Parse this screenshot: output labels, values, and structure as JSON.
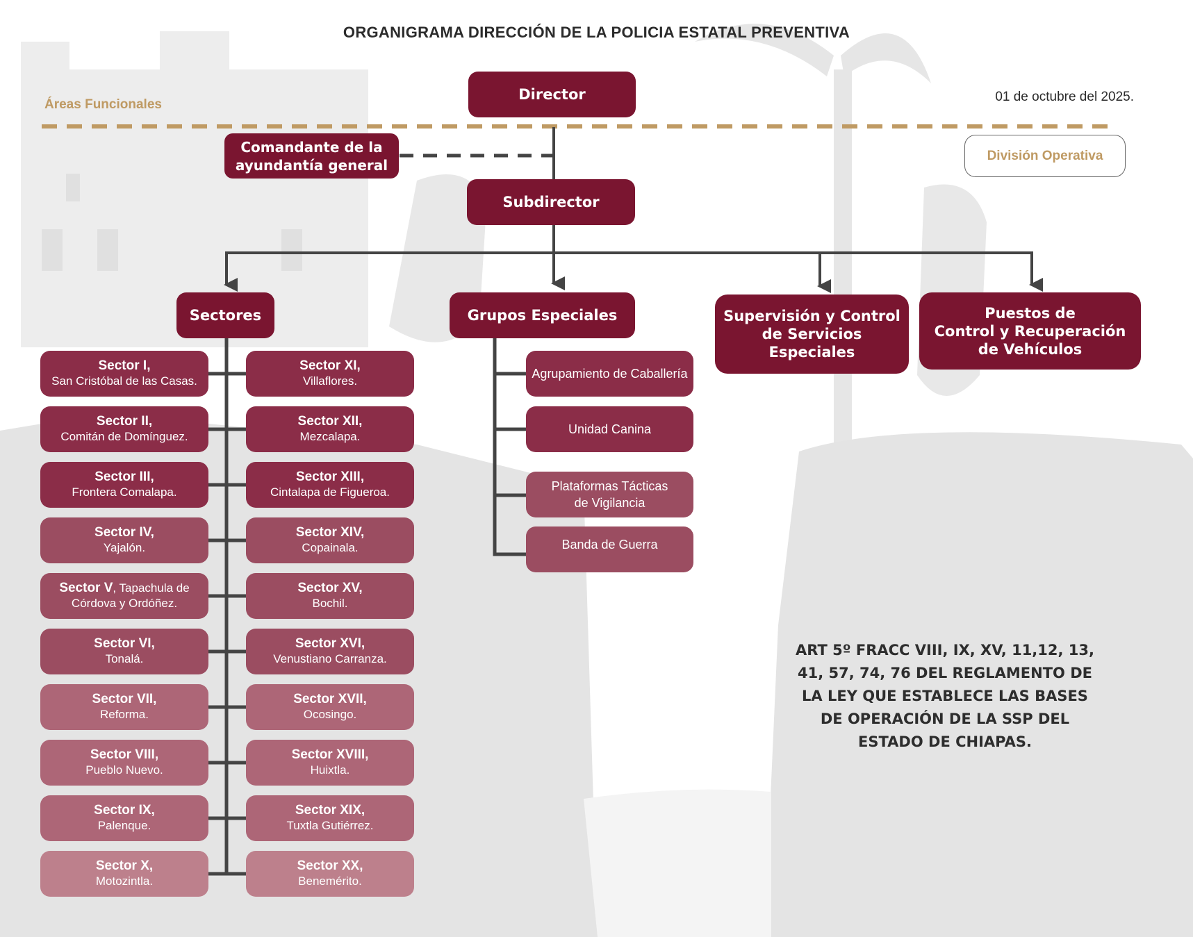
{
  "header": {
    "title": "ORGANIGRAMA DIRECCIÓN DE LA POLICIA ESTATAL PREVENTIVA",
    "areas_label": "Áreas Funcionales",
    "date": "01 de octubre del 2025.",
    "division_label": "División Operativa"
  },
  "colors": {
    "primary": "#7a1530",
    "tier1": "#8b2d48",
    "tier2": "#9b4d61",
    "tier3": "#ad6677",
    "tier4": "#bd808c",
    "gold": "#bf9a63",
    "connector": "#444444"
  },
  "org": {
    "director": "Director",
    "comandante_line1": "Comandante de la",
    "comandante_line2": "ayundantía general",
    "subdirector": "Subdirector",
    "sectores": "Sectores",
    "grupos": "Grupos Especiales",
    "supervision_line1": "Supervisión y Control",
    "supervision_line2": "de Servicios",
    "supervision_line3": "Especiales",
    "puestos_line1": "Puestos de",
    "puestos_line2": "Control y Recuperación",
    "puestos_line3": "de Vehículos"
  },
  "sectors_left": [
    {
      "name": "Sector I,",
      "place": "San Cristóbal de las Casas."
    },
    {
      "name": "Sector II,",
      "place": "Comitán de Domínguez."
    },
    {
      "name": "Sector III,",
      "place": "Frontera Comalapa."
    },
    {
      "name": "Sector IV,",
      "place": "Yajalón."
    },
    {
      "name": "Sector V",
      "place_inline": ", Tapachula de",
      "place": "Córdova y Ordóñez."
    },
    {
      "name": "Sector VI,",
      "place": "Tonalá."
    },
    {
      "name": "Sector VII,",
      "place": "Reforma."
    },
    {
      "name": "Sector VIII,",
      "place": "Pueblo Nuevo."
    },
    {
      "name": "Sector IX,",
      "place": "Palenque."
    },
    {
      "name": "Sector X,",
      "place": "Motozintla."
    }
  ],
  "sectors_right": [
    {
      "name": "Sector XI,",
      "place": "Villaflores."
    },
    {
      "name": "Sector XII,",
      "place": "Mezcalapa."
    },
    {
      "name": "Sector XIII,",
      "place": "Cintalapa de Figueroa."
    },
    {
      "name": "Sector XIV,",
      "place": "Copainala."
    },
    {
      "name": "Sector XV,",
      "place": "Bochil."
    },
    {
      "name": "Sector XVI,",
      "place": "Venustiano Carranza."
    },
    {
      "name": "Sector XVII,",
      "place": "Ocosingo."
    },
    {
      "name": "Sector XVIII,",
      "place": "Huixtla."
    },
    {
      "name": "Sector XIX,",
      "place": "Tuxtla Gutiérrez."
    },
    {
      "name": "Sector XX,",
      "place": "Benemérito."
    }
  ],
  "grupos_items": [
    {
      "line1": "Agrupamiento de Caballería"
    },
    {
      "line1": "Unidad Canina"
    },
    {
      "line1": "Plataformas Tácticas",
      "line2": "de Vigilancia"
    },
    {
      "line1": "Banda de Guerra"
    }
  ],
  "legal": {
    "line1": "ART 5º FRACC VIII, IX, XV, 11,12, 13,",
    "line2": "41, 57, 74, 76 DEL REGLAMENTO DE",
    "line3": "LA LEY QUE ESTABLECE LAS BASES",
    "line4": "DE OPERACIÓN DE LA SSP DEL",
    "line5": "ESTADO DE CHIAPAS."
  }
}
